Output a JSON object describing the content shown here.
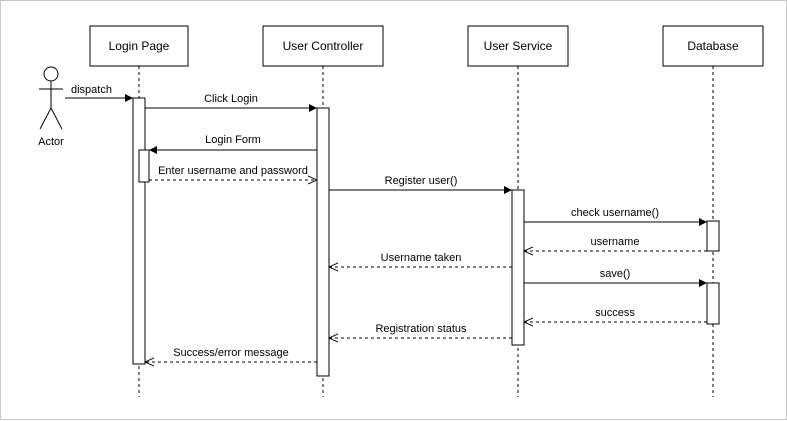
{
  "diagram": {
    "type": "sequence",
    "actor": {
      "label": "Actor"
    },
    "participants": [
      {
        "id": "login_page",
        "label": "Login Page"
      },
      {
        "id": "user_controller",
        "label": "User Controller"
      },
      {
        "id": "user_service",
        "label": "User Service"
      },
      {
        "id": "database",
        "label": "Database"
      }
    ],
    "messages": [
      {
        "from": "actor",
        "to": "login_page",
        "label": "dispatch",
        "kind": "sync"
      },
      {
        "from": "login_page",
        "to": "user_controller",
        "label": "Click Login",
        "kind": "sync"
      },
      {
        "from": "user_controller",
        "to": "login_page",
        "label": "Login Form",
        "kind": "sync"
      },
      {
        "from": "login_page",
        "to": "user_controller",
        "label": "Enter username and password",
        "kind": "return"
      },
      {
        "from": "user_controller",
        "to": "user_service",
        "label": "Register user()",
        "kind": "sync"
      },
      {
        "from": "user_service",
        "to": "database",
        "label": "check username()",
        "kind": "sync"
      },
      {
        "from": "database",
        "to": "user_service",
        "label": "username",
        "kind": "return"
      },
      {
        "from": "user_service",
        "to": "user_controller",
        "label": "Username taken",
        "kind": "return"
      },
      {
        "from": "user_service",
        "to": "database",
        "label": "save()",
        "kind": "sync"
      },
      {
        "from": "database",
        "to": "user_service",
        "label": "success",
        "kind": "return"
      },
      {
        "from": "user_service",
        "to": "user_controller",
        "label": "Registration status",
        "kind": "return"
      },
      {
        "from": "user_controller",
        "to": "login_page",
        "label": "Success/error message",
        "kind": "return"
      }
    ]
  }
}
